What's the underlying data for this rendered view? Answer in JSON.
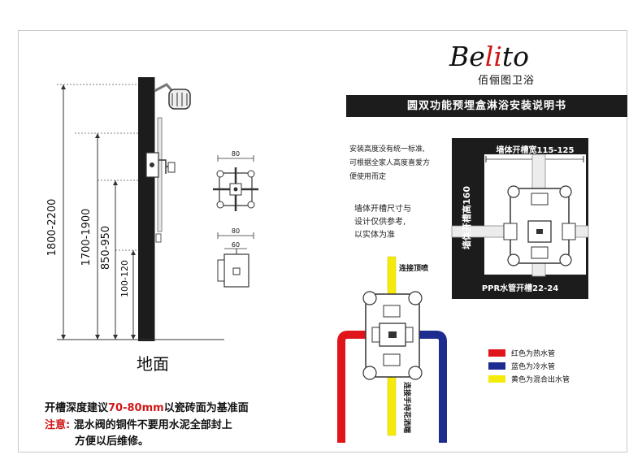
{
  "brand": {
    "logo_prefix": "Be",
    "logo_accent": "li",
    "logo_suffix": "to",
    "subtitle": "佰俪图卫浴"
  },
  "title": "圆双功能预埋盒淋浴安装说明书",
  "heights": [
    "1800-2200",
    "1700-1900",
    "850-950",
    "100-120"
  ],
  "floor_label": "地面",
  "dimensions": {
    "box_width_top": "80",
    "box_width_side": "80",
    "box_depth": "60"
  },
  "notes": {
    "height_note": [
      "安装高度没有统一标准,",
      "可根据全家人高度喜爱方",
      "便使用而定"
    ],
    "size_note": [
      "墙体开槽尺寸与",
      "设计仅供参考,",
      "以实体为准"
    ]
  },
  "slot_box": {
    "width_label": "墙体开槽宽115-125",
    "height_label": "墙体开槽高160",
    "pipe_label": "PPR水管开槽22-24"
  },
  "pipes": {
    "top_label": "连接顶喷",
    "bottom_label": "连接手持花洒端"
  },
  "legend": [
    {
      "color": "#e0151b",
      "label": "红色为热水管"
    },
    {
      "color": "#1f2c8f",
      "label": "蓝色为冷水管"
    },
    {
      "color": "#f4ea0c",
      "label": "黄色为混合出水管"
    }
  ],
  "footer": {
    "line1_prefix": "开槽深度建议",
    "line1_highlight": "70-80mm",
    "line1_suffix": "以瓷砖面为基准面",
    "line2_label": "注意:",
    "line2_text": "混水阀的铜件不要用水泥全部封上",
    "line3_text": "方便以后维修。"
  }
}
